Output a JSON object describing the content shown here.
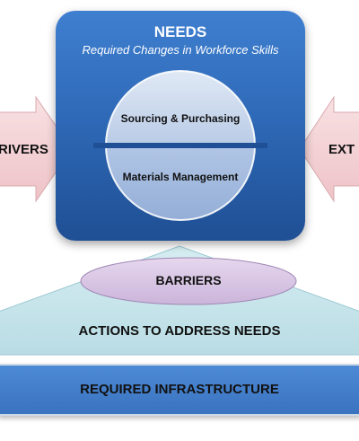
{
  "needs": {
    "title": "NEEDS",
    "subtitle": "Required Changes in Workforce Skills",
    "top_segment": "Sourcing & Purchasing",
    "bottom_segment": "Materials Management"
  },
  "left_arrow": {
    "label": "RIVERS"
  },
  "right_arrow": {
    "label": "EXT"
  },
  "barriers": {
    "label": "BARRIERS"
  },
  "actions": {
    "label": "ACTIONS TO ADDRESS NEEDS"
  },
  "infrastructure": {
    "label": "REQUIRED INFRASTRUCTURE"
  },
  "colors": {
    "needs_box": "#2f6ab8",
    "circle_light": "#c7d6ec",
    "circle_mid": "#9fb8de",
    "divider": "#1f4f94",
    "arrow_fill": "#f3d3d6",
    "triangle_fill": "#c7e4ea",
    "barriers_fill": "#d9c7e3",
    "infra_bar": "#3f7cc9"
  }
}
